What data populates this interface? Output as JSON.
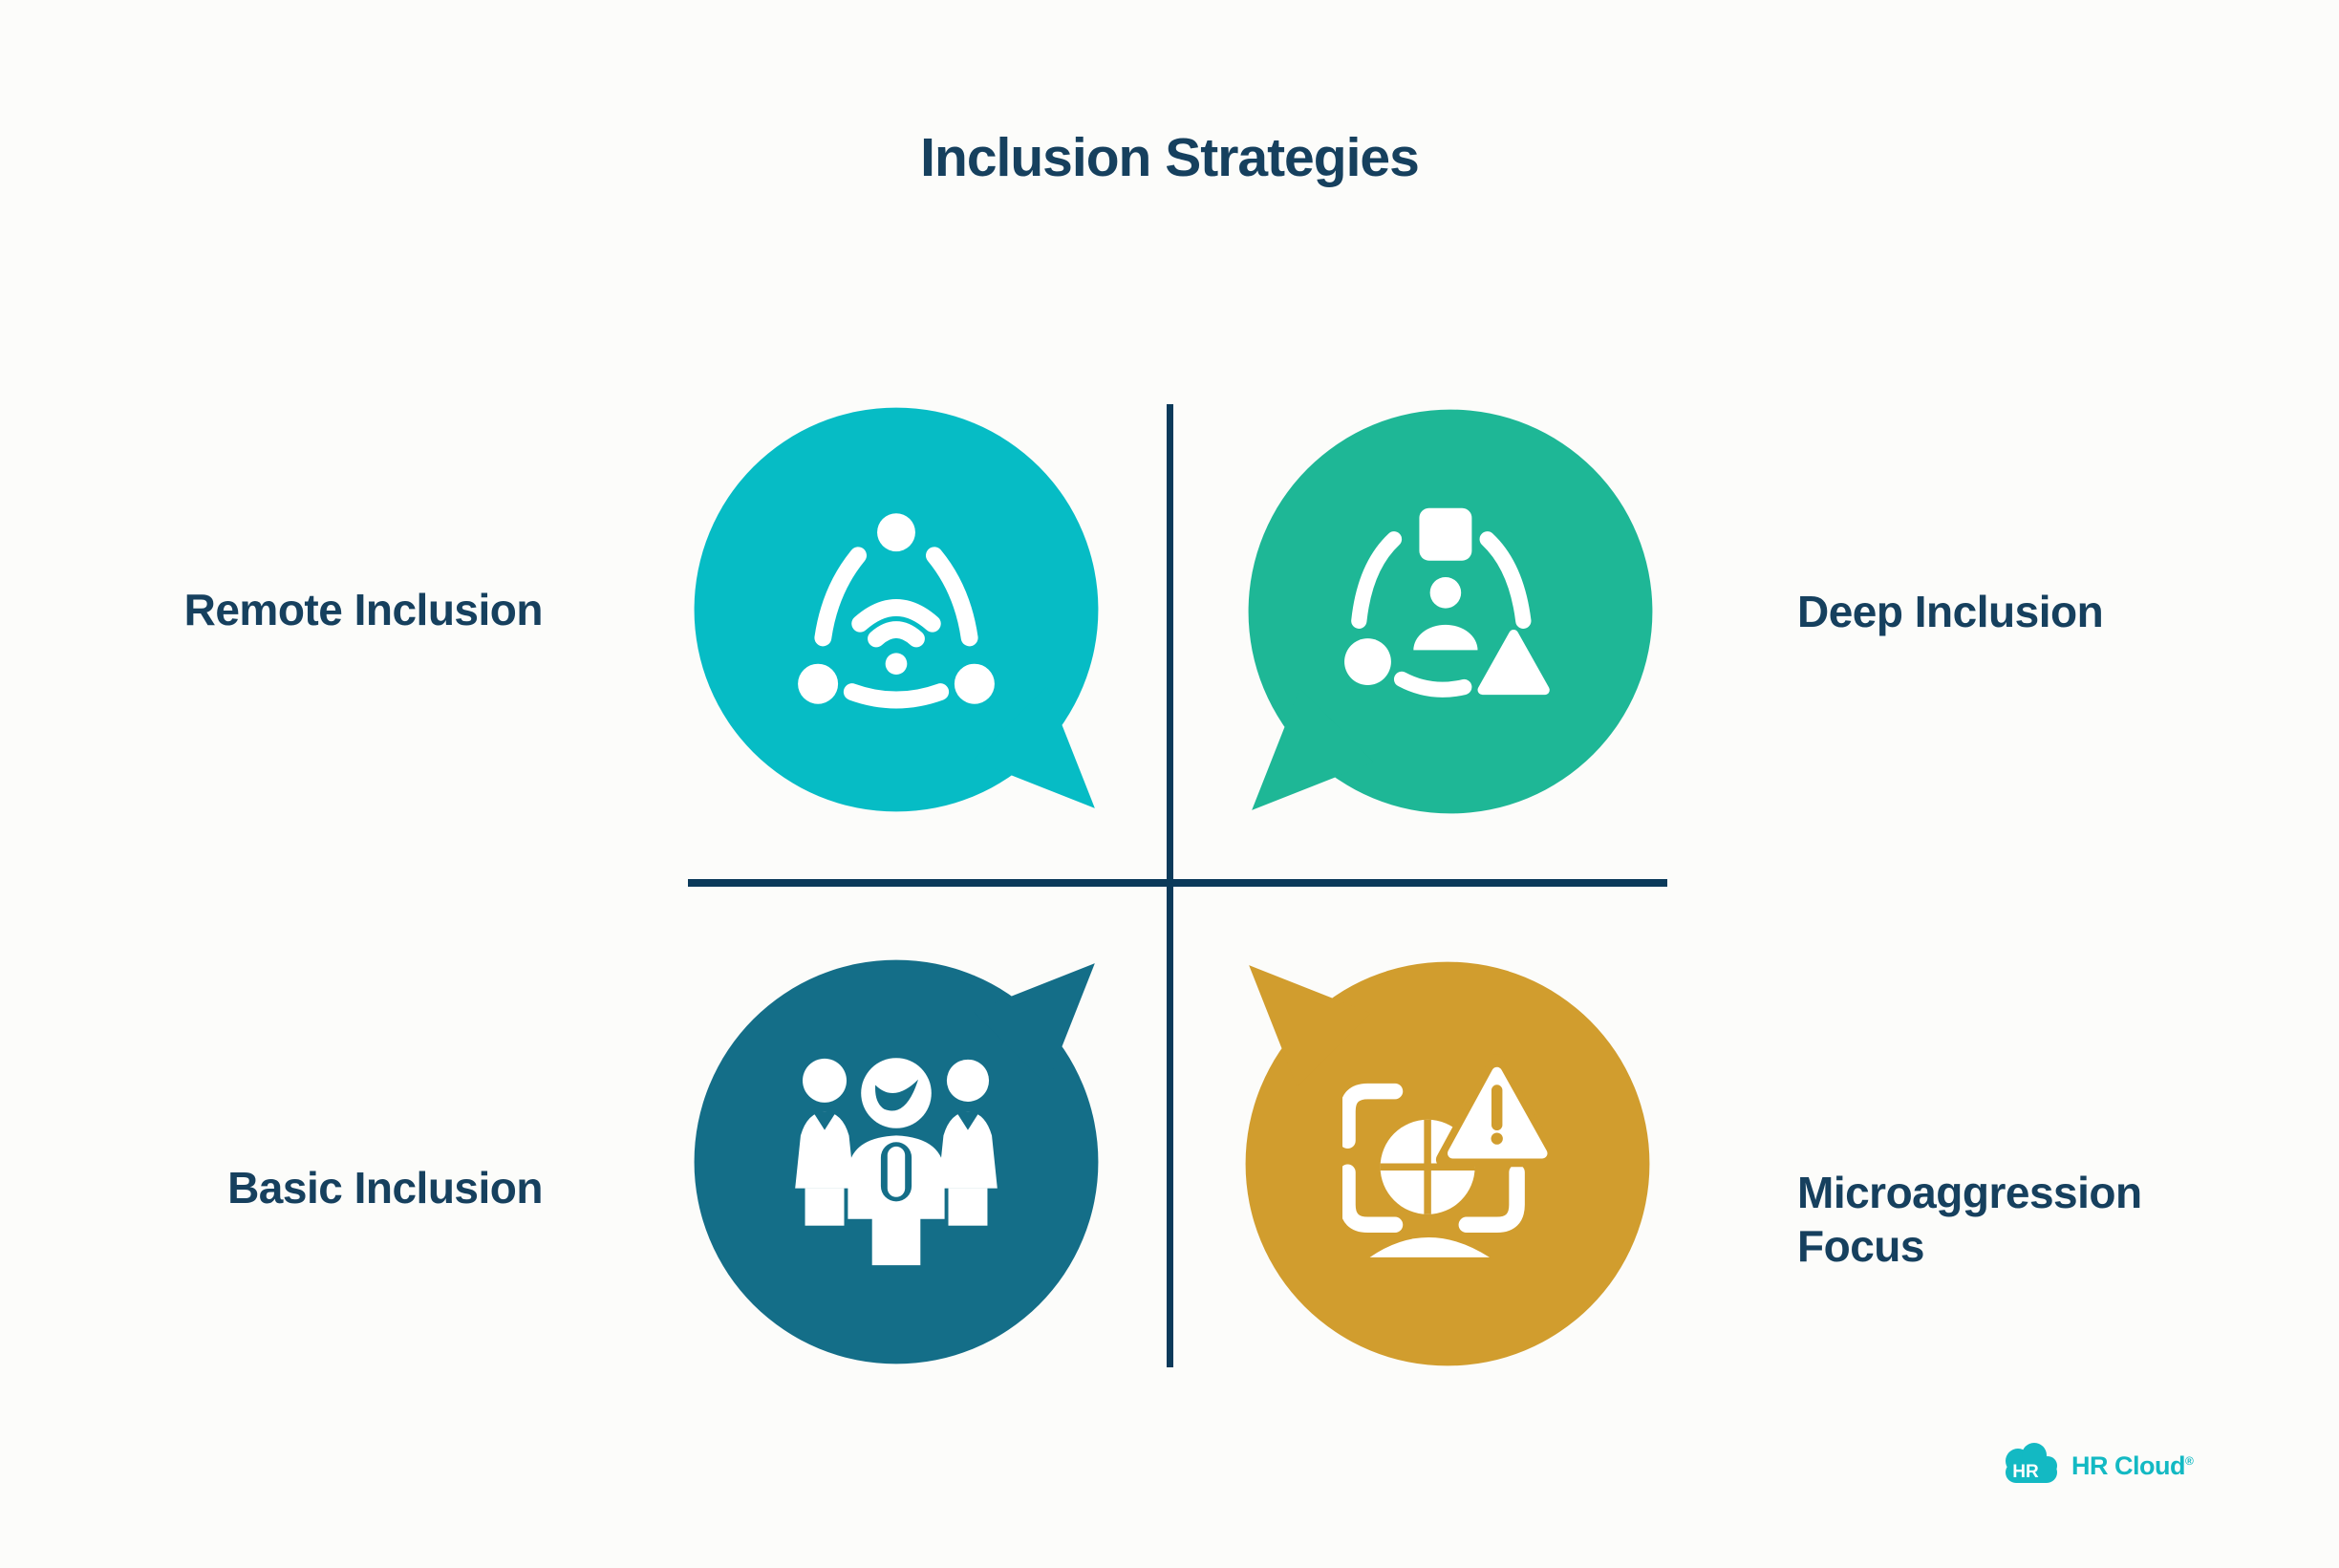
{
  "title": "Inclusion Strategies",
  "quadrants": [
    {
      "label": "Remote Inclusion",
      "position": "top-left",
      "color": "#06bcc5",
      "icon": "remote-network-wifi-icon"
    },
    {
      "label": "Deep Inclusion",
      "position": "top-right",
      "color": "#1eb796",
      "icon": "person-diversity-shapes-icon"
    },
    {
      "label": "Basic Inclusion",
      "position": "bottom-left",
      "color": "#146e88",
      "icon": "team-group-icon"
    },
    {
      "label": "Microaggression Focus",
      "position": "bottom-right",
      "color": "#d19d2e",
      "icon": "globe-warning-detection-icon"
    }
  ],
  "axes": {
    "line_color": "#0b3a5a"
  },
  "colors": {
    "background": "#fcfcfa",
    "heading_text": "#16405e",
    "icon_foreground": "#ffffff"
  },
  "logo": {
    "badge_text": "HR",
    "brand_text": "HR Cloud",
    "registered_mark": "®",
    "color": "#13b9c3"
  }
}
